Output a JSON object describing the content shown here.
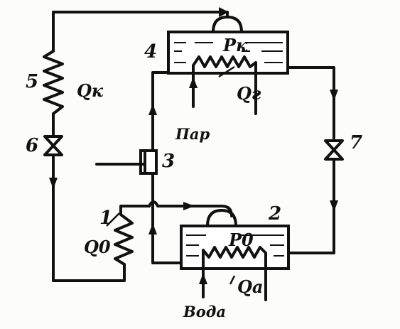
{
  "diagram": {
    "labels": {
      "n1": "1",
      "n2": "2",
      "n3": "3",
      "n4": "4",
      "n5": "5",
      "n6": "6",
      "n7": "7",
      "pk": "Pк",
      "p0": "P0",
      "qk": "Qк",
      "qg": "Qг",
      "q0": "Q0",
      "qa": "Qа",
      "steam": "Пар",
      "water": "Вода"
    }
  }
}
